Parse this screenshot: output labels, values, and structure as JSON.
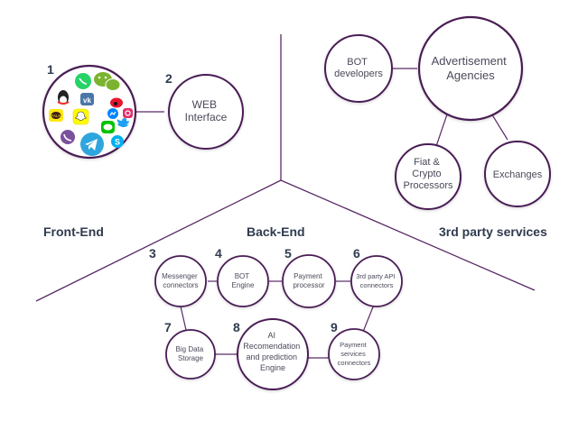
{
  "sections": {
    "front_end": "Front-End",
    "back_end": "Back-End",
    "third_party": "3rd party services"
  },
  "front_nodes": {
    "n1_num": "1",
    "n2_num": "2",
    "web_interface": [
      "WEB",
      "Interface"
    ]
  },
  "third_nodes": {
    "bot_developers": [
      "BOT",
      "developers"
    ],
    "advertisement": [
      "Advertisement",
      "Agencies"
    ],
    "fiat_crypto": [
      "Fiat &",
      "Crypto",
      "Processors"
    ],
    "exchanges": [
      "Exchanges"
    ]
  },
  "back_nodes": {
    "n3_num": "3",
    "n4_num": "4",
    "n5_num": "5",
    "n6_num": "6",
    "n7_num": "7",
    "n8_num": "8",
    "n9_num": "9",
    "messenger": [
      "Messenger",
      "connectors"
    ],
    "bot_engine": [
      "BOT",
      "Engine"
    ],
    "payment_processor": [
      "Payment",
      "processor"
    ],
    "third_party_api": [
      "3rd party API",
      "connectors"
    ],
    "big_data": [
      "Big Data",
      "Storage"
    ],
    "ai_engine": [
      "AI",
      "Recomendation",
      "and prediction",
      "Engine"
    ],
    "payment_services": [
      "Payment",
      "services",
      "connectors"
    ]
  },
  "colors": {
    "stroke": "#4a1f55",
    "line": "#5a2a66",
    "text": "#2f3b4f",
    "node_text": "#4a4a5a",
    "whatsapp": "#25d366",
    "wechat": "#7bb32e",
    "vk": "#4a76a8",
    "telegram": "#2ea6dd",
    "viber": "#7b519d",
    "snapchat": "#fffc00",
    "instagram": "#e1306c",
    "skype": "#00aff0",
    "line_app": "#00c300",
    "twitter": "#1da1f2",
    "weibo": "#e6162d",
    "messenger": "#0084ff",
    "kakao": "#ffe812",
    "qq": "#222222"
  },
  "icons": [
    "whatsapp-icon",
    "wechat-icon",
    "vk-icon",
    "telegram-icon",
    "viber-icon",
    "snapchat-icon",
    "instagram-icon",
    "skype-icon",
    "line-icon",
    "twitter-icon",
    "weibo-icon",
    "messenger-icon",
    "kakaotalk-icon",
    "qq-icon"
  ]
}
